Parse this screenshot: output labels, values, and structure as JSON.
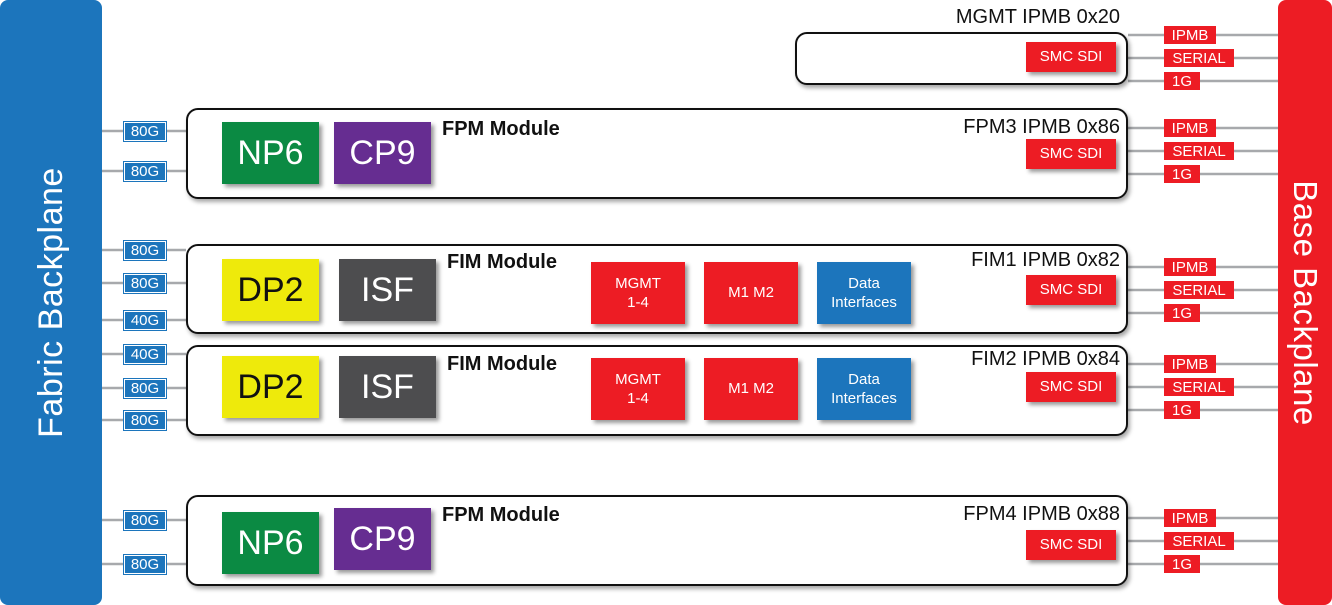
{
  "fabric_backplane": {
    "label": "Fabric Backplane"
  },
  "base_backplane": {
    "label": "Base Backplane"
  },
  "mgmt": {
    "ipmb": "MGMT IPMB 0x20",
    "smc": "SMC SDI",
    "ports": [
      "IPMB",
      "SERIAL",
      "1G"
    ]
  },
  "fpm3": {
    "title": "FPM Module",
    "ipmb": "FPM3 IPMB 0x86",
    "chip1": "NP6",
    "chip2": "CP9",
    "smc": "SMC SDI",
    "ports": [
      "IPMB",
      "SERIAL",
      "1G"
    ]
  },
  "fim1": {
    "title": "FIM Module",
    "ipmb": "FIM1 IPMB 0x82",
    "chip1": "DP2",
    "chip2": "ISF",
    "mgmt": "MGMT\n1-4",
    "m1m2": "M1 M2",
    "data": "Data\nInterfaces",
    "smc": "SMC SDI",
    "ports": [
      "IPMB",
      "SERIAL",
      "1G"
    ]
  },
  "fim2": {
    "title": "FIM Module",
    "ipmb": "FIM2 IPMB 0x84",
    "chip1": "DP2",
    "chip2": "ISF",
    "mgmt": "MGMT\n1-4",
    "m1m2": "M1 M2",
    "data": "Data\nInterfaces",
    "smc": "SMC SDI",
    "ports": [
      "IPMB",
      "SERIAL",
      "1G"
    ]
  },
  "fpm4": {
    "title": "FPM Module",
    "ipmb": "FPM4 IPMB 0x88",
    "chip1": "NP6",
    "chip2": "CP9",
    "smc": "SMC SDI",
    "ports": [
      "IPMB",
      "SERIAL",
      "1G"
    ]
  },
  "fabric_ports": [
    "80G",
    "80G",
    "80G",
    "80G",
    "40G",
    "40G",
    "80G",
    "80G",
    "80G",
    "80G"
  ]
}
